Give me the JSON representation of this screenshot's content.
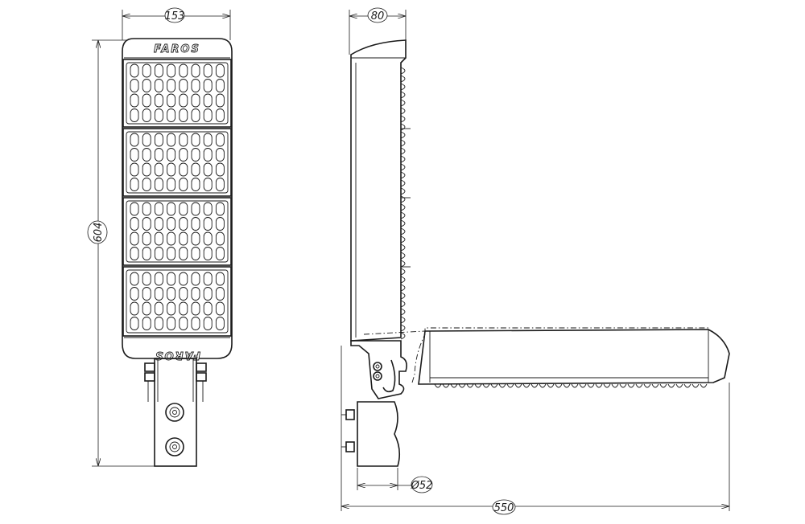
{
  "brand": {
    "logo_text": "FAROS"
  },
  "dimensions": {
    "width_front": "153",
    "height_front": "604",
    "depth_side": "80",
    "pipe_diameter": "Ø52",
    "overall_length": "550"
  },
  "colors": {
    "ink": "#1a1a1a",
    "paper": "#ffffff"
  }
}
